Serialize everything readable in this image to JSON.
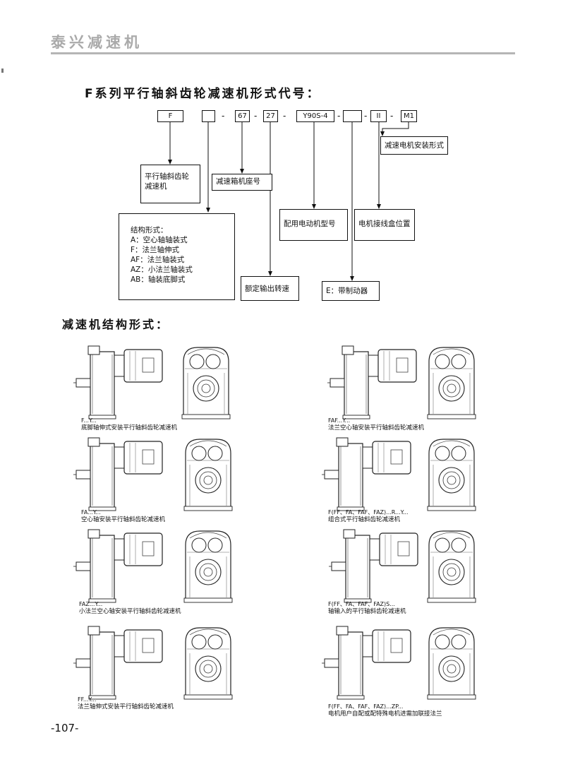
{
  "header": {
    "brand": "泰兴减速机"
  },
  "title": "F系列平行轴斜齿轮减速机形式代号：",
  "code_row": [
    "F",
    "",
    "67",
    "27",
    "Y90S-4",
    "",
    "II",
    "M1"
  ],
  "separator": "-",
  "labels": {
    "reducer": [
      "平行轴斜齿轮",
      "减速机"
    ],
    "frame": "减速箱机座号",
    "mount": "减速电机安装形式",
    "motor": "配用电动机型号",
    "terminal": "电机接线盒位置",
    "speed": "额定输出转速",
    "brake": "E：带制动器"
  },
  "structure": {
    "heading": "结构形式：",
    "items": [
      "A：空心轴轴装式",
      "F：法兰轴伸式",
      "AF：法兰轴装式",
      "AZ：小法兰轴装式",
      "AB：轴装底脚式"
    ]
  },
  "subtitle": "减速机结构形式：",
  "forms": [
    {
      "code": "F...Y...",
      "desc": "底脚轴伸式安装平行轴斜齿轮减速机"
    },
    {
      "code": "FAF...Y...",
      "desc": "法兰空心轴安装平行轴斜齿轮减速机"
    },
    {
      "code": "FA...Y...",
      "desc": "空心轴安装平行轴斜齿轮减速机"
    },
    {
      "code": "F(FF、FA、FAF、FAZ)...R...Y...",
      "desc": "组合式平行轴斜齿轮减速机"
    },
    {
      "code": "FAZ...Y...",
      "desc": "小法兰空心轴安装平行轴斜齿轮减速机"
    },
    {
      "code": "F(FF、FA、FAF、FAZ)S...",
      "desc": "轴输入的平行轴斜齿轮减速机"
    },
    {
      "code": "FF...Y...",
      "desc": "法兰轴伸式安装平行轴斜齿轮减速机"
    },
    {
      "code": "F(FF、FA、FAF、FAZ)...ZP...",
      "desc": "电机用户自配或配特殊电机进需加联接法兰"
    }
  ],
  "page_number": "-107-"
}
